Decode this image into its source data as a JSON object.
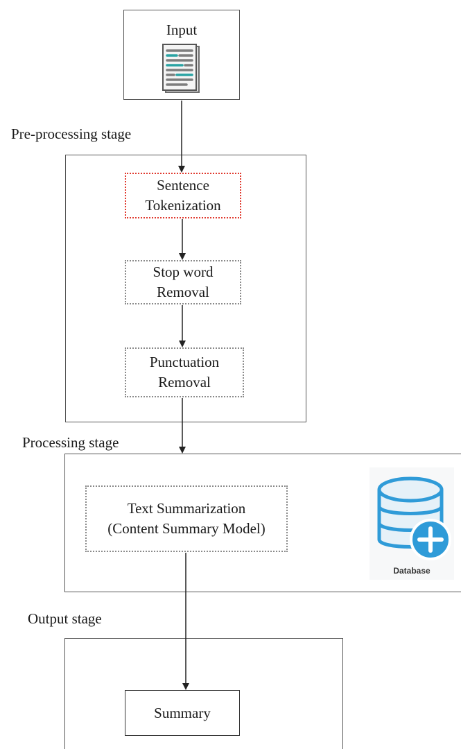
{
  "input": {
    "label": "Input",
    "icon": "document-icon"
  },
  "stages": {
    "preprocessing": "Pre-processing stage",
    "processing": "Processing stage",
    "output": "Output stage"
  },
  "steps": {
    "tokenization": [
      "Sentence",
      "Tokenization"
    ],
    "stopword": [
      "Stop word",
      "Removal"
    ],
    "punctuation": [
      "Punctuation",
      "Removal"
    ],
    "summarization": [
      "Text Summarization",
      "(Content Summary Model)"
    ],
    "summary": "Summary"
  },
  "database": {
    "label": "Database",
    "icon": "database-add-icon"
  },
  "colors": {
    "accent_red": "#e03a2f",
    "db_blue": "#2f9bd8"
  }
}
